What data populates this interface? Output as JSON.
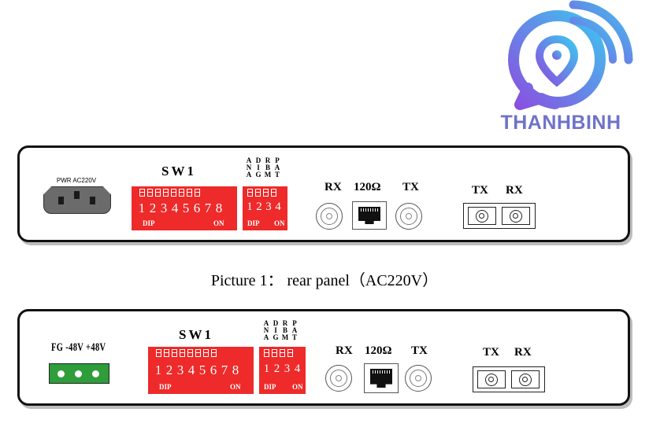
{
  "logo": {
    "brand_text": "THANHBINH",
    "colors": {
      "gradient_start": "#8a4fe0",
      "gradient_end": "#3ec4ef",
      "text": "#6f73c8"
    },
    "icon": "location-pin-signal-icon"
  },
  "panel1": {
    "power_label": "PWR AC220V",
    "sw_title": "SW1",
    "dip8": {
      "numbers": [
        "1",
        "2",
        "3",
        "4",
        "5",
        "6",
        "7",
        "8"
      ],
      "label_left": "DIP",
      "label_right": "ON"
    },
    "dip4": {
      "numbers": [
        "1",
        "2",
        "3",
        "4"
      ],
      "label_left": "DIP",
      "label_right": "ON"
    },
    "dip4_columns": [
      {
        "chars": [
          "A",
          "N",
          "A"
        ]
      },
      {
        "chars": [
          "D",
          "I",
          "G"
        ]
      },
      {
        "chars": [
          "R",
          "B",
          "M"
        ]
      },
      {
        "chars": [
          "P",
          "A",
          "T"
        ]
      }
    ],
    "rx_label": "RX",
    "rj45_label": "120Ω",
    "tx_label": "TX",
    "fiber_tx_label": "TX",
    "fiber_rx_label": "RX"
  },
  "caption": "Picture 1：  rear panel（AC220V）",
  "panel2": {
    "terminal_label": "FG -48V +48V",
    "sw_title": "SW1",
    "dip8": {
      "numbers": [
        "1",
        "2",
        "3",
        "4",
        "5",
        "6",
        "7",
        "8"
      ],
      "label_left": "DIP",
      "label_right": "ON"
    },
    "dip4": {
      "numbers": [
        "1",
        "2",
        "3",
        "4"
      ],
      "label_left": "DIP",
      "label_right": "ON"
    },
    "dip4_columns": [
      {
        "chars": [
          "A",
          "N",
          "A"
        ]
      },
      {
        "chars": [
          "D",
          "I",
          "G"
        ]
      },
      {
        "chars": [
          "R",
          "B",
          "M"
        ]
      },
      {
        "chars": [
          "P",
          "A",
          "T"
        ]
      }
    ],
    "rx_label": "RX",
    "rj45_label": "120Ω",
    "tx_label": "TX",
    "fiber_tx_label": "TX",
    "fiber_rx_label": "RX"
  }
}
